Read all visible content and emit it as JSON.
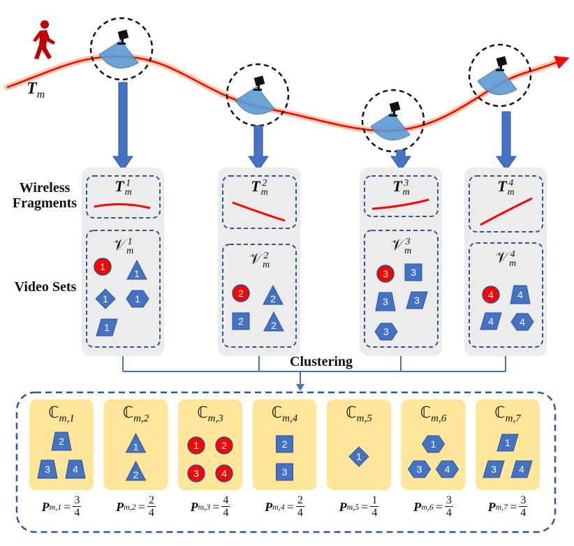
{
  "trajectory": {
    "label": "T",
    "sub": "m"
  },
  "row_labels": {
    "wireless": [
      "Wireless",
      "Fragments"
    ],
    "video": "Video Sets"
  },
  "clustering_label": "Clustering",
  "fragments": [
    {
      "base": "T",
      "sub": "m",
      "sup": "1",
      "vset_base": "𝒱",
      "vset_sup": "1",
      "items": [
        {
          "shape": "circle-red",
          "n": "1"
        },
        {
          "shape": "triangle",
          "n": "1"
        },
        {
          "shape": "diamond",
          "n": "1"
        },
        {
          "shape": "hexagon",
          "n": "1"
        },
        {
          "shape": "parallelogram",
          "n": "1"
        }
      ]
    },
    {
      "base": "T",
      "sub": "m",
      "sup": "2",
      "vset_base": "𝒱",
      "vset_sup": "2",
      "items": [
        {
          "shape": "circle-red",
          "n": "2"
        },
        {
          "shape": "triangle",
          "n": "2"
        },
        {
          "shape": "square",
          "n": "2"
        },
        {
          "shape": "triangle",
          "n": "2"
        }
      ]
    },
    {
      "base": "T",
      "sub": "m",
      "sup": "3",
      "vset_base": "𝒱",
      "vset_sup": "3",
      "items": [
        {
          "shape": "circle-red",
          "n": "3"
        },
        {
          "shape": "square",
          "n": "3"
        },
        {
          "shape": "trapezoid",
          "n": "3"
        },
        {
          "shape": "parallelogram",
          "n": "3"
        },
        {
          "shape": "hexagon",
          "n": "3"
        }
      ]
    },
    {
      "base": "T",
      "sub": "m",
      "sup": "4",
      "vset_base": "𝒱",
      "vset_sup": "4",
      "items": [
        {
          "shape": "circle-red",
          "n": "4"
        },
        {
          "shape": "trapezoid",
          "n": "4"
        },
        {
          "shape": "parallelogram",
          "n": "4"
        },
        {
          "shape": "hexagon",
          "n": "4"
        }
      ]
    }
  ],
  "clusters": [
    {
      "title_base": "ℂ",
      "title_sub": "m,1",
      "p_sub": "m,1",
      "num": "3",
      "den": "4",
      "items": [
        {
          "shape": "trapezoid",
          "n": "2"
        },
        {
          "shape": "trapezoid",
          "n": "3"
        },
        {
          "shape": "trapezoid",
          "n": "4"
        }
      ]
    },
    {
      "title_base": "ℂ",
      "title_sub": "m,2",
      "p_sub": "m,2",
      "num": "2",
      "den": "4",
      "items": [
        {
          "shape": "triangle",
          "n": "1"
        },
        {
          "shape": "triangle",
          "n": "2"
        }
      ]
    },
    {
      "title_base": "ℂ",
      "title_sub": "m,3",
      "p_sub": "m,3",
      "num": "4",
      "den": "4",
      "items": [
        {
          "shape": "circle-red",
          "n": "1"
        },
        {
          "shape": "circle-red",
          "n": "2"
        },
        {
          "shape": "circle-red",
          "n": "3"
        },
        {
          "shape": "circle-red",
          "n": "4"
        }
      ]
    },
    {
      "title_base": "ℂ",
      "title_sub": "m,4",
      "p_sub": "m,4",
      "num": "2",
      "den": "4",
      "items": [
        {
          "shape": "square",
          "n": "2"
        },
        {
          "shape": "square",
          "n": "3"
        }
      ]
    },
    {
      "title_base": "ℂ",
      "title_sub": "m,5",
      "p_sub": "m,5",
      "num": "1",
      "den": "4",
      "items": [
        {
          "shape": "diamond",
          "n": "1"
        }
      ]
    },
    {
      "title_base": "ℂ",
      "title_sub": "m,6",
      "p_sub": "m,6",
      "num": "3",
      "den": "4",
      "items": [
        {
          "shape": "hexagon",
          "n": "1"
        },
        {
          "shape": "hexagon",
          "n": "3"
        },
        {
          "shape": "hexagon",
          "n": "4"
        }
      ]
    },
    {
      "title_base": "ℂ",
      "title_sub": "m,7",
      "p_sub": "m,7",
      "num": "3",
      "den": "4",
      "items": [
        {
          "shape": "parallelogram",
          "n": "1"
        },
        {
          "shape": "parallelogram",
          "n": "3"
        },
        {
          "shape": "parallelogram",
          "n": "4"
        }
      ]
    }
  ],
  "colors": {
    "shape_fill": "#4472c4",
    "shape_stroke": "#2f528f",
    "red_circle": "#ff0000",
    "trajectory": "#ff0000",
    "trajectory_glow": "#f8cbad",
    "arrow": "#4472c4",
    "panel_bg": "#ececec",
    "dash": "#2f5597",
    "cluster_bg": "#ffe699",
    "cone": "#5b9bd5",
    "person": "#c00000"
  }
}
